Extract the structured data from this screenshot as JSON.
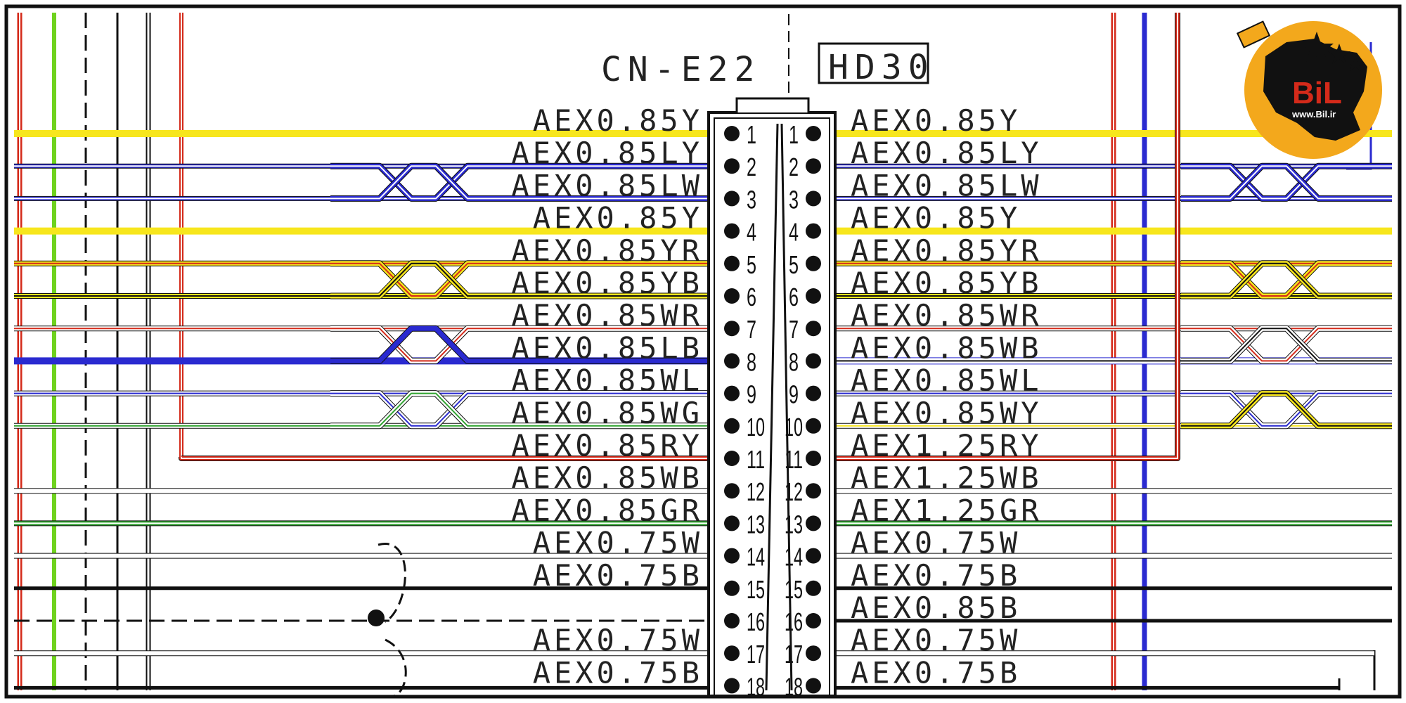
{
  "connector_left": {
    "name": "CN-E22"
  },
  "connector_right": {
    "name": "HD30"
  },
  "colors": {
    "yellow": "#f7e61d",
    "blue": "#2a2ad0",
    "red": "#d42a1a",
    "green": "#2fa32f",
    "lime": "#6fd21e",
    "black": "#111111",
    "white": "#ffffff",
    "logo_orange": "#f3a81c"
  },
  "logo": {
    "text": "BiL",
    "url_text": "www.Bil.ir"
  },
  "left_labels": [
    "AEX0.85Y",
    "AEX0.85LY",
    "AEX0.85LW",
    "AEX0.85Y",
    "AEX0.85YR",
    "AEX0.85YB",
    "AEX0.85WR",
    "AEX0.85LB",
    "AEX0.85WL",
    "AEX0.85WG",
    "AEX0.85RY",
    "AEX0.85WB",
    "AEX0.85GR",
    "AEX0.75W",
    "AEX0.75B",
    "",
    "AEX0.75W",
    "AEX0.75B"
  ],
  "right_labels": [
    "AEX0.85Y",
    "AEX0.85LY",
    "AEX0.85LW",
    "AEX0.85Y",
    "AEX0.85YR",
    "AEX0.85YB",
    "AEX0.85WR",
    "AEX0.85WB",
    "AEX0.85WL",
    "AEX0.85WY",
    "AEX1.25RY",
    "AEX1.25WB",
    "AEX1.25GR",
    "AEX0.75W",
    "AEX0.75B",
    "AEX0.85B",
    "AEX0.75W",
    "AEX0.75B"
  ],
  "pins_left": [
    "1",
    "2",
    "3",
    "4",
    "5",
    "6",
    "7",
    "8",
    "9",
    "10",
    "11",
    "12",
    "13",
    "14",
    "15",
    "16",
    "17",
    "18"
  ],
  "pins_right": [
    "1",
    "2",
    "3",
    "4",
    "5",
    "6",
    "7",
    "8",
    "9",
    "10",
    "11",
    "12",
    "13",
    "14",
    "15",
    "16",
    "17",
    "18"
  ]
}
